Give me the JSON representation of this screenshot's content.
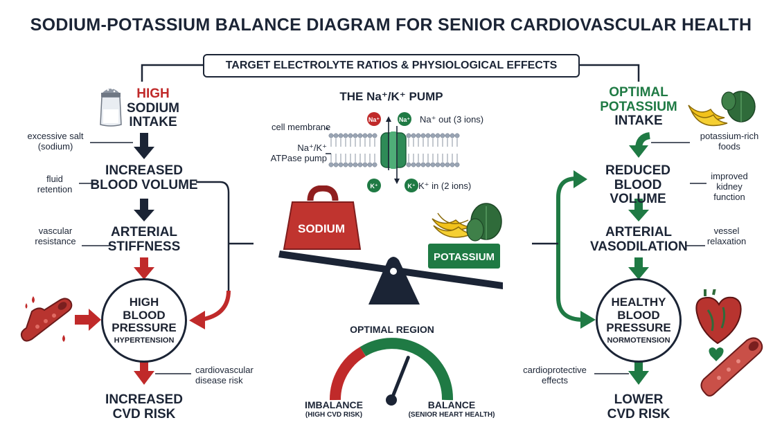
{
  "title": "SODIUM-POTASSIUM BALANCE DIAGRAM FOR SENIOR CARDIOVASCULAR HEALTH",
  "subtitle": "TARGET ELECTROLYTE RATIOS & PHYSIOLOGICAL EFFECTS",
  "left": {
    "intake_high": "HIGH",
    "intake_line1": "SODIUM",
    "intake_line2": "INTAKE",
    "note_salt": "excessive salt\n(sodium)",
    "step1_line1": "INCREASED",
    "step1_line2": "BLOOD VOLUME",
    "note_fluid": "fluid\nretention",
    "step2_line1": "ARTERIAL",
    "step2_line2": "STIFFNESS",
    "note_vascular": "vascular\nresistance",
    "circle_line1": "HIGH",
    "circle_line2": "BLOOD",
    "circle_line3": "PRESSURE",
    "circle_sub": "HYPERTENSION",
    "note_cvd": "cardiovascular\ndisease risk",
    "outcome_line1": "INCREASED",
    "outcome_line2": "CVD RISK"
  },
  "center": {
    "pump_title": "THE Na⁺/K⁺ PUMP",
    "membrane_label": "cell membrane",
    "pump_label": "Na⁺/K⁺\nATPase pump",
    "na_out": "Na⁺ out (3 ions)",
    "k_in": "K⁺ in (2 ions)",
    "na_badge": "Na⁺",
    "k_badge": "K⁺",
    "weight_label": "SODIUM",
    "potassium_label": "POTASSIUM",
    "optimal_region": "OPTIMAL REGION",
    "imbalance": "IMBALANCE",
    "imbalance_sub": "(HIGH CVD RISK)",
    "balance": "BALANCE",
    "balance_sub": "(SENIOR HEART HEALTH)"
  },
  "right": {
    "intake_line1": "OPTIMAL",
    "intake_line2": "POTASSIUM",
    "intake_line3": "INTAKE",
    "note_foods": "potassium-rich\nfoods",
    "step1_line1": "REDUCED",
    "step1_line2": "BLOOD VOLUME",
    "note_kidney": "improved\nkidney\nfunction",
    "step2_line1": "ARTERIAL",
    "step2_line2": "VASODILATION",
    "note_vessel": "vessel\nrelaxation",
    "circle_line1": "HEALTHY",
    "circle_line2": "BLOOD",
    "circle_line3": "PRESSURE",
    "circle_sub": "NORMOTENSION",
    "note_cardio": "cardioprotective\neffects",
    "outcome_line1": "LOWER",
    "outcome_line2": "CVD RISK"
  },
  "gauge": {
    "needle_fraction": 0.62
  },
  "colors": {
    "navy": "#1b2435",
    "red": "#c02a2a",
    "green": "#1f7a44",
    "yellow": "#f2c21b"
  }
}
